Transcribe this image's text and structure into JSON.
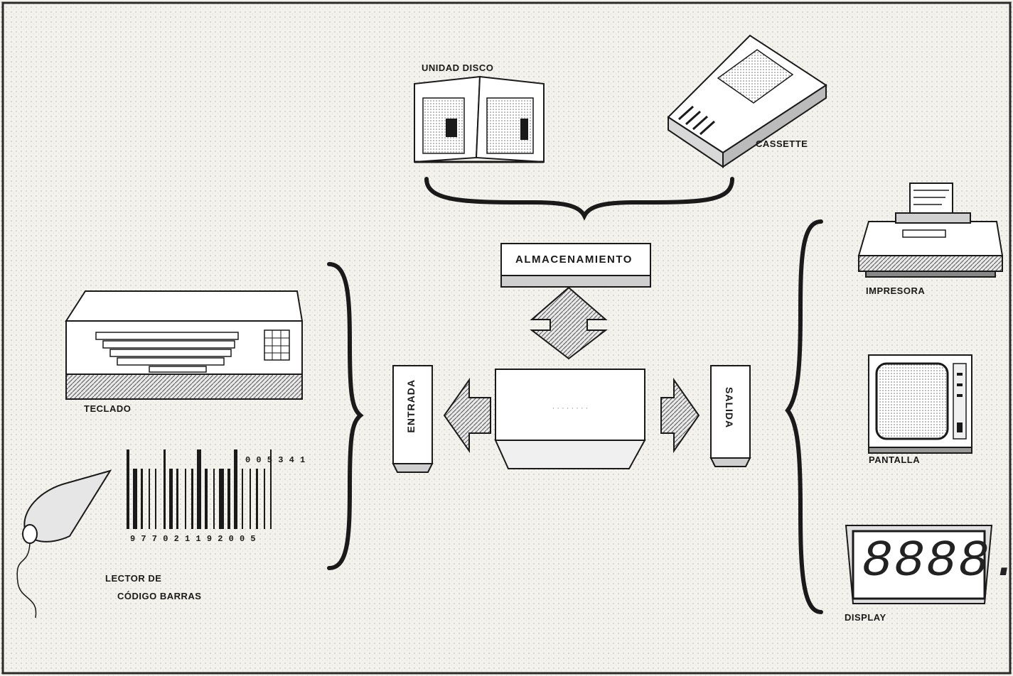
{
  "diagram": {
    "center": {
      "almacenamiento": "ALMACENAMIENTO",
      "entrada": "ENTRADA",
      "salida": "SALIDA"
    },
    "storage_devices": {
      "disk": "UNIDAD DISCO",
      "cassette": "CASSETTE"
    },
    "input_devices": {
      "keyboard": "TECLADO",
      "barcode_reader_line1": "LECTOR DE",
      "barcode_reader_line2": "CÓDIGO BARRAS",
      "barcode_digits_top": "0 0 5 3 4 1",
      "barcode_digits_bottom": "9 7 7 0 2 1 1 9 2 0 0 5"
    },
    "output_devices": {
      "printer": "IMPRESORA",
      "screen": "PANTALLA",
      "display": "DISPLAY",
      "display_readout": "8888."
    }
  }
}
